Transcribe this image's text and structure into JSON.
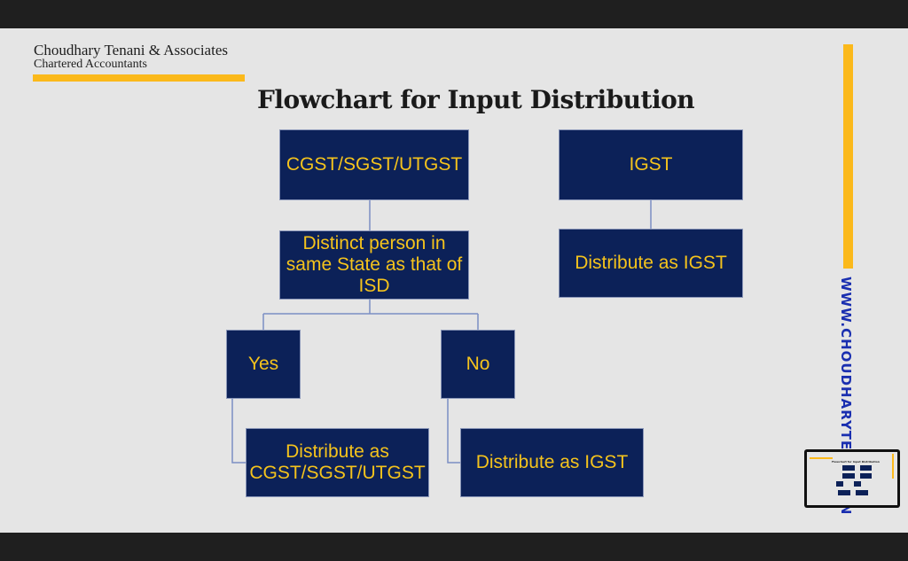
{
  "header": {
    "firm_name": "Choudhary Tenani & Associates",
    "firm_sub": "Chartered Accountants"
  },
  "title": "Flowchart for Input Distribution",
  "side_text": "WWW.CHOUDHARYTENANI.IN",
  "colors": {
    "box_fill": "#0c2158",
    "box_text": "#f5c31c",
    "accent": "#fbb91b",
    "connector": "#7b8fc4"
  },
  "nodes": {
    "cgst": "CGST/SGST/UTGST",
    "distinct": "Distinct person in same State as that of ISD",
    "yes": "Yes",
    "no": "No",
    "dist_cgst": "Distribute as CGST/SGST/UTGST",
    "dist_igst_no": "Distribute as IGST",
    "igst": "IGST",
    "dist_igst": "Distribute as IGST"
  },
  "edges": [
    [
      "cgst",
      "distinct"
    ],
    [
      "distinct",
      "yes"
    ],
    [
      "distinct",
      "no"
    ],
    [
      "yes",
      "dist_cgst"
    ],
    [
      "no",
      "dist_igst_no"
    ],
    [
      "igst",
      "dist_igst"
    ]
  ],
  "thumbnail": {
    "title": "Flowchart for Input Distribution"
  }
}
